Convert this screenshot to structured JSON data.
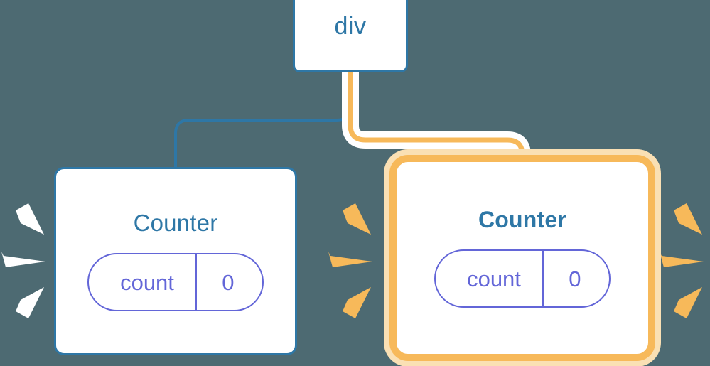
{
  "diagram": {
    "type": "component-tree",
    "background_color": "#4d6a72",
    "palette": {
      "blue": "#2e77a6",
      "orange": "#f7b95a",
      "orange_glow": "#fae0b4",
      "indigo": "#6366d8",
      "white": "#ffffff"
    }
  },
  "nodes": {
    "root": {
      "label": "div",
      "state": "normal",
      "border_color": "#2e77a6"
    },
    "counter_left": {
      "label": "Counter",
      "state": "normal",
      "border_color": "#2e77a6",
      "prop": {
        "key": "count",
        "value": "0"
      },
      "highlighted": false
    },
    "counter_right": {
      "label": "Counter",
      "state": "highlighted",
      "border_color": "#f7b95a",
      "prop": {
        "key": "count",
        "value": "0"
      },
      "highlighted": true
    }
  },
  "edges": [
    {
      "id": "edge-root-to-left",
      "from": "root",
      "to": "counter_left",
      "color": "#2e77a6",
      "highlighted": false
    },
    {
      "id": "edge-root-to-right",
      "from": "root",
      "to": "counter_right",
      "color": "#f7b95a",
      "highlighted": true
    }
  ],
  "bursts": [
    {
      "id": "burst-left-outer",
      "color": "#ffffff",
      "direction": "right",
      "rays": 3
    },
    {
      "id": "burst-mid",
      "color": "#f7b95a",
      "direction": "right",
      "rays": 3
    },
    {
      "id": "burst-right-outer",
      "color": "#f7b95a",
      "direction": "right",
      "rays": 3
    }
  ]
}
